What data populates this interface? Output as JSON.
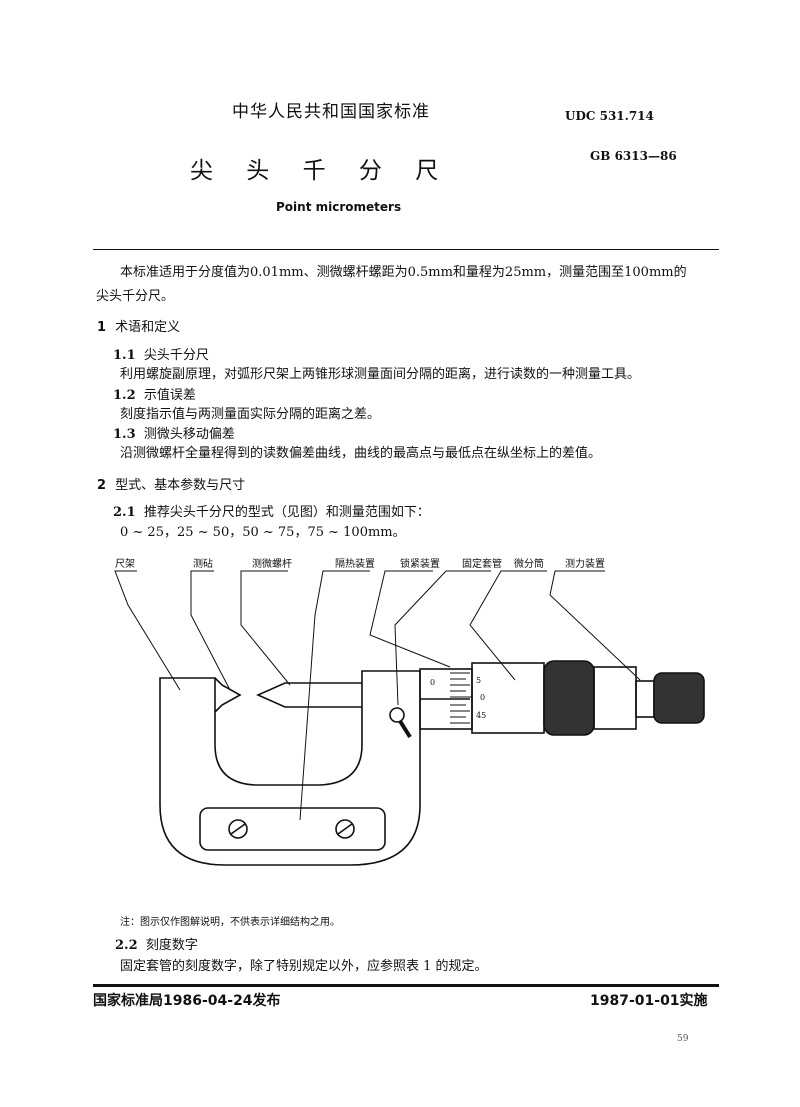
{
  "header": {
    "org": "中华人民共和国国家标准",
    "udc": "UDC 531.714",
    "title": "尖 头 千 分 尺",
    "gb": "GB 6313—86",
    "title_en": "Point micrometers"
  },
  "intro": {
    "line1": "本标准适用于分度值为0.01mm、测微螺杆螺距为0.5mm和量程为25mm，测量范围至100mm的",
    "line2": "尖头千分尺。"
  },
  "s1": {
    "num": "1",
    "title": "术语和定义",
    "items": [
      {
        "num": "1.1",
        "title": "尖头千分尺",
        "text": "利用螺旋副原理，对弧形尺架上两锥形球测量面间分隔的距离，进行读数的一种测量工具。"
      },
      {
        "num": "1.2",
        "title": "示值误差",
        "text": "刻度指示值与两测量面实际分隔的距离之差。"
      },
      {
        "num": "1.3",
        "title": "测微头移动偏差",
        "text": "沿测微螺杆全量程得到的读数偏差曲线，曲线的最高点与最低点在纵坐标上的差值。"
      }
    ]
  },
  "s2": {
    "num": "2",
    "title": "型式、基本参数与尺寸",
    "s21": {
      "num": "2.1",
      "title": "推荐尖头千分尺的型式（见图）和测量范围如下：",
      "text": "0 ~ 25，25 ~ 50，50 ~ 75，75 ~ 100mm。"
    },
    "figure": {
      "labels": [
        "尺架",
        "测砧",
        "测微螺杆",
        "隔热装置",
        "锁紧装置",
        "固定套管",
        "微分筒",
        "测力装置"
      ],
      "scale": [
        "0",
        "5",
        "0",
        "45"
      ]
    },
    "note": "注：图示仅作图解说明，不供表示详细结构之用。",
    "s22": {
      "num": "2.2",
      "title": "刻度数字",
      "text": "固定套管的刻度数字，除了特别规定以外，应参照表 1 的规定。"
    }
  },
  "footer": {
    "issued": "国家标准局1986-04-24发布",
    "effective": "1987-01-01实施",
    "page": "59"
  }
}
